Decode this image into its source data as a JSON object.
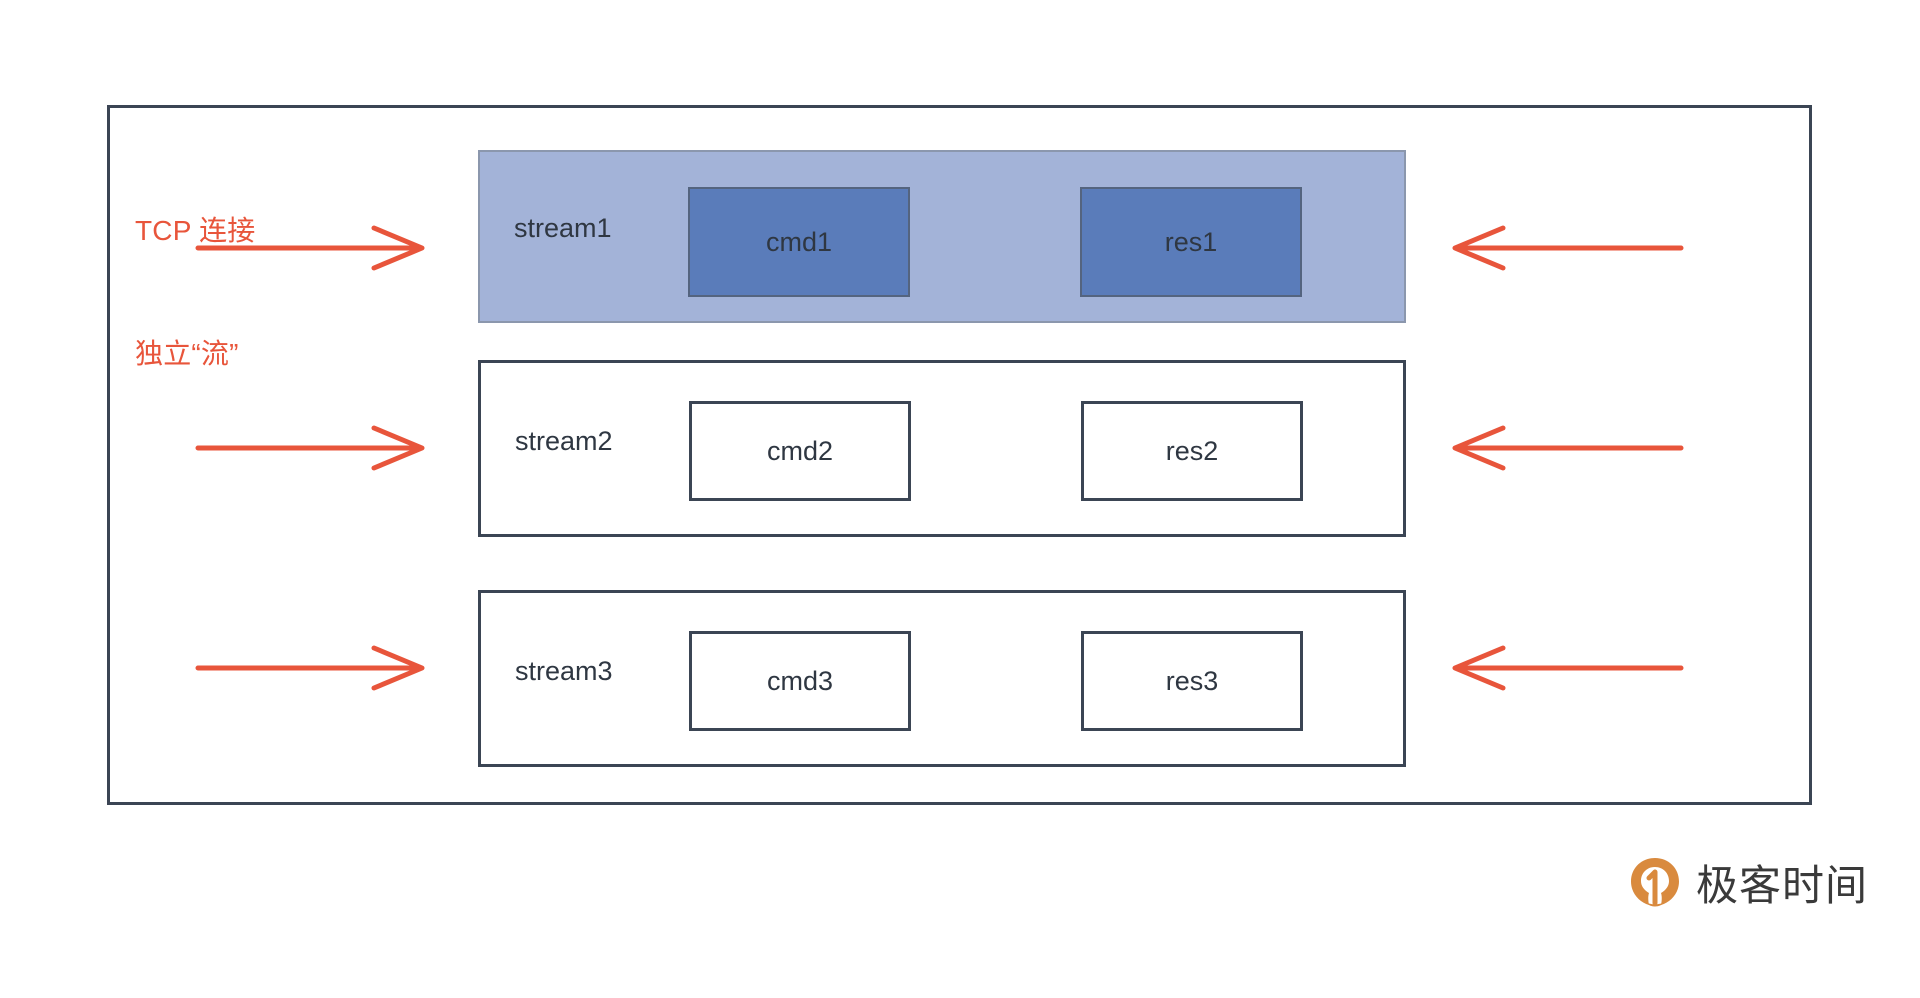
{
  "diagram": {
    "annotation": {
      "line1": "TCP 连接",
      "line2": "独立“流”",
      "color": "#e8553b"
    },
    "frame": {
      "border_color": "#3b4554"
    },
    "streams": [
      {
        "label": "stream1",
        "highlighted": true,
        "fill": "#a3b3d8",
        "border": "#8b97ad",
        "boxes": [
          {
            "label": "cmd1",
            "fill": "#5a7cba",
            "border": "#54647f"
          },
          {
            "label": "res1",
            "fill": "#5a7cba",
            "border": "#54647f"
          }
        ]
      },
      {
        "label": "stream2",
        "highlighted": false,
        "fill": "#ffffff",
        "border": "#3b4554",
        "boxes": [
          {
            "label": "cmd2",
            "fill": "#ffffff",
            "border": "#3b4554"
          },
          {
            "label": "res2",
            "fill": "#ffffff",
            "border": "#3b4554"
          }
        ]
      },
      {
        "label": "stream3",
        "highlighted": false,
        "fill": "#ffffff",
        "border": "#3b4554",
        "boxes": [
          {
            "label": "cmd3",
            "fill": "#ffffff",
            "border": "#3b4554"
          },
          {
            "label": "res3",
            "fill": "#ffffff",
            "border": "#3b4554"
          }
        ]
      }
    ],
    "arrows": {
      "color": "#e8553b",
      "inbound_direction": "right",
      "outbound_direction": "left",
      "count_per_side": 3
    }
  },
  "watermark": {
    "text": "极客时间",
    "logo_color": "#d98a3e",
    "logo_icon": "geekbang-logo-icon"
  }
}
